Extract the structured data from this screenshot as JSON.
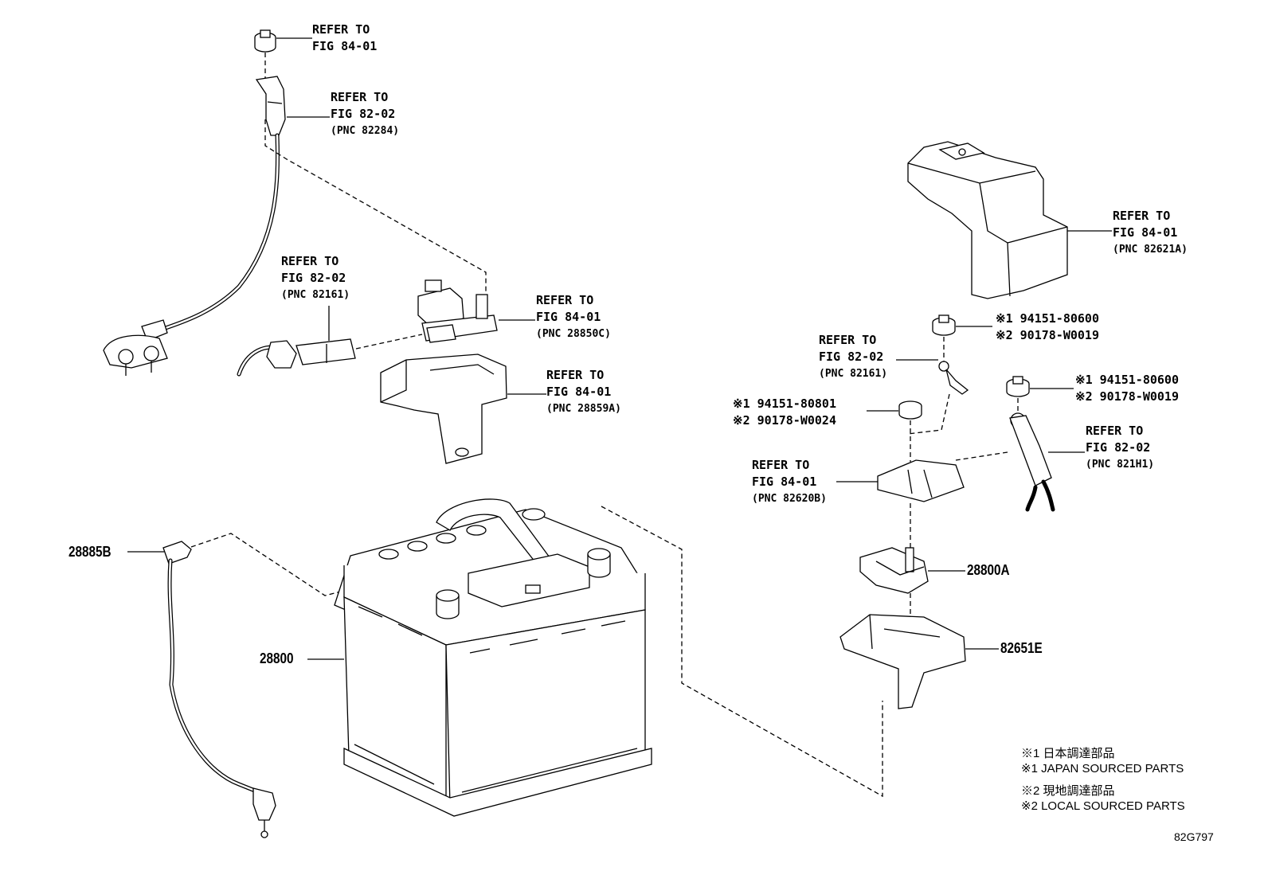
{
  "refs": {
    "r1": {
      "l1": "REFER TO",
      "l2": "FIG 84-01",
      "pnc": ""
    },
    "r2": {
      "l1": "REFER TO",
      "l2": "FIG 82-02",
      "pnc": "(PNC 82284)"
    },
    "r3": {
      "l1": "REFER TO",
      "l2": "FIG 82-02",
      "pnc": "(PNC 82161)"
    },
    "r4": {
      "l1": "REFER TO",
      "l2": "FIG 84-01",
      "pnc": "(PNC 28850C)"
    },
    "r5": {
      "l1": "REFER TO",
      "l2": "FIG 84-01",
      "pnc": "(PNC 28859A)"
    },
    "r6": {
      "l1": "REFER TO",
      "l2": "FIG 84-01",
      "pnc": "(PNC 82621A)"
    },
    "r7": {
      "l1": "REFER TO",
      "l2": "FIG 82-02",
      "pnc": "(PNC 82161)"
    },
    "r8": {
      "l1": "REFER TO",
      "l2": "FIG 82-02",
      "pnc": "(PNC 821H1)"
    },
    "r9": {
      "l1": "REFER TO",
      "l2": "FIG 84-01",
      "pnc": "(PNC 82620B)"
    }
  },
  "bolts": {
    "b1": {
      "l1": "※1 94151-80600",
      "l2": "※2 90178-W0019"
    },
    "b2": {
      "l1": "※1 94151-80600",
      "l2": "※2 90178-W0019"
    },
    "b3": {
      "l1": "※1 94151-80801",
      "l2": "※2 90178-W0024"
    }
  },
  "parts": {
    "p28885b": "28885B",
    "p28800": "28800",
    "p28800a": "28800A",
    "p82651e": "82651E"
  },
  "notes": {
    "n1_jp": "※1 日本調達部品",
    "n1_en": "※1 JAPAN SOURCED PARTS",
    "n2_jp": "※2 現地調達部品",
    "n2_en": "※2 LOCAL SOURCED PARTS"
  },
  "figure_id": "82G797"
}
